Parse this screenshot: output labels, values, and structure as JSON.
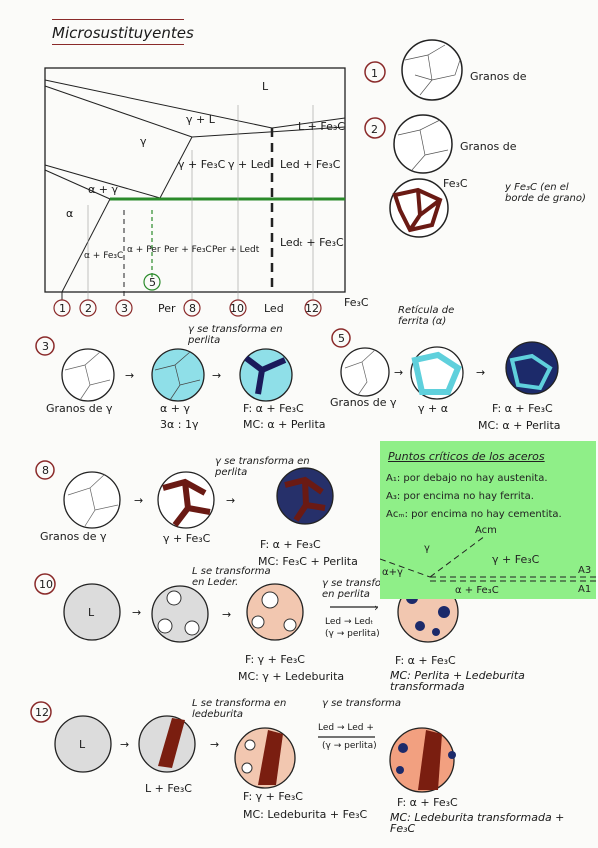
{
  "title": "Microsustituyentes",
  "diagram": {
    "phases": {
      "L": "L",
      "gamma_L": "γ + L",
      "L_fe3c": "L + Fe₃C",
      "gamma": "γ",
      "g_fe3c": "γ + Fe₃C",
      "g_led": "γ + Led",
      "led_fe3c": "Led + Fe₃C",
      "alpha_gamma": "α + γ",
      "alpha": "α",
      "a_fe3c": "α + Fe₃C",
      "a_per": "α + Per",
      "per_fe3c": "Per + Fe₃C",
      "per_ledt": "Per + Ledt",
      "ledt_fe3c": "Ledₜ + Fe₃C"
    },
    "axis_marks": [
      "1",
      "2",
      "3",
      "5",
      "Per",
      "8",
      "10",
      "Led",
      "12"
    ],
    "axis_label": "Fe₃C"
  },
  "case1": {
    "num": "1",
    "label": "Granos de"
  },
  "case2": {
    "num": "2",
    "label": "Granos de",
    "fe3c": "Fe₃C",
    "note": "y Fe₃C (en el borde de grano)"
  },
  "case3": {
    "num": "3",
    "note": "γ se transforma en perlita",
    "start": "Granos de γ",
    "mid": "α + γ",
    "ratio": "3α : 1γ",
    "F": "F: α + Fe₃C",
    "MC": "MC: α + Perlita"
  },
  "case5": {
    "num": "5",
    "note": "Retícula de ferrita (α)",
    "start": "Granos de γ",
    "mid": "γ + α",
    "F": "F: α + Fe₃C",
    "MC": "MC: α + Perlita"
  },
  "case8": {
    "num": "8",
    "note": "γ se transforma en perlita",
    "start": "Granos de γ",
    "mid": "γ + Fe₃C",
    "F": "F: α + Fe₃C",
    "MC": "MC: Fe₃C + Perlita"
  },
  "case10": {
    "num": "10",
    "note1": "L se transforma en Leder.",
    "note2": "γ se transforma en perlita",
    "arrow": "Led → Ledₜ",
    "arrow_sub": "(γ → perlita)",
    "F1": "F: γ + Fe₃C",
    "MC1": "MC: γ + Ledeburita",
    "F2": "F: α + Fe₃C",
    "MC2": "MC: Perlita + Ledeburita transformada"
  },
  "case12": {
    "num": "12",
    "note1": "L se transforma en ledeburita",
    "note2": "γ se transforma",
    "arrow": "Led → Led +",
    "arrow_sub": "(γ → perlita)",
    "mid": "L + Fe₃C",
    "F1": "F: γ + Fe₃C",
    "MC1": "MC: Ledeburita + Fe₃C",
    "F2": "F: α + Fe₃C",
    "MC2": "MC: Ledeburita transformada + Fe₃C"
  },
  "legend": {
    "title": "Puntos críticos de los aceros",
    "a1": "A₁: por debajo no hay austenita.",
    "a3": "A₃: por encima no hay ferrita.",
    "acm": "Aᴄₘ: por encima no hay cementita.",
    "acm_lbl": "Acm",
    "gamma": "γ",
    "g_fe3c": "γ + Fe₃C",
    "a_g": "α+γ",
    "a_fe3c": "α + Fe₃C",
    "A3": "A3",
    "A1": "A1"
  }
}
